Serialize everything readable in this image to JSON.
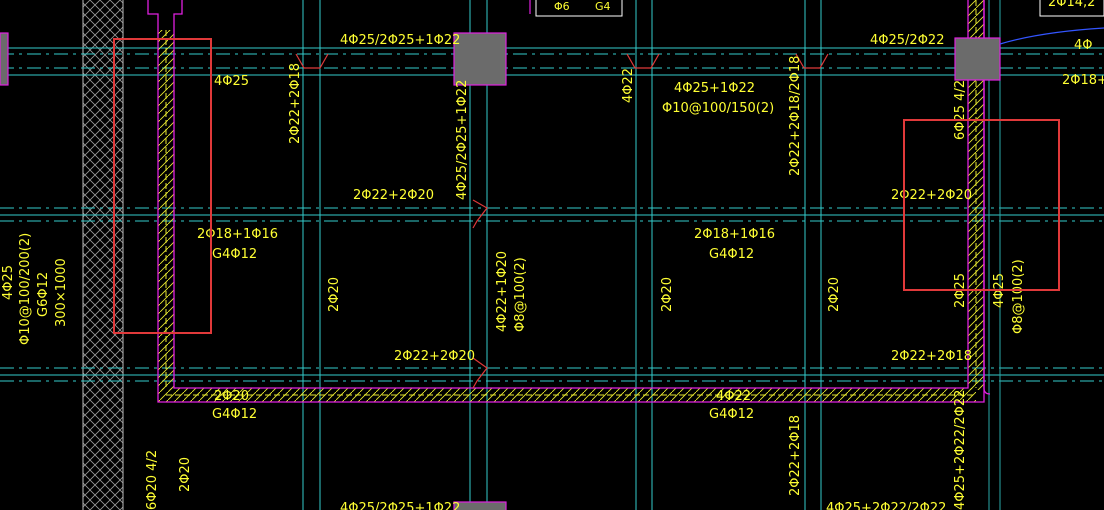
{
  "colors": {
    "background": "#000000",
    "axis": "#33cccc",
    "beam_edge": "#33cccc",
    "annotation_text": "#ffff33",
    "wall_outline": "#e020e0",
    "column_fill": "#6b6b6b",
    "highlight_box": "#e0393a"
  },
  "labels": {
    "top_beam_left": "4Φ25/2Φ25+1Φ22",
    "top_beam_right": "4Φ25/2Φ22",
    "top_right_1": "4Φ",
    "top_right_2": "2Φ14,2",
    "top_right_3": "2Φ18+1",
    "left_4phi25": "4Φ25",
    "mid_upper_a": "4Φ25+1Φ22",
    "mid_upper_b": "Φ10@100/150(2)",
    "mid_beam_left": "2Φ22+2Φ20",
    "mid_beam_right": "2Φ22+2Φ20",
    "mid_left_a": "2Φ18+1Φ16",
    "mid_left_b": "G4Φ12",
    "mid_center_a": "2Φ18+1Φ16",
    "mid_center_b": "G4Φ12",
    "low_beam_left": "2Φ22+2Φ20",
    "low_beam_right": "2Φ22+2Φ18",
    "bottom_left_a": "2Φ20",
    "bottom_left_b": "G4Φ12",
    "bottom_center_a": "4Φ22",
    "bottom_center_b": "G4Φ12",
    "bottom_edge_left": "4Φ25/2Φ25+1Φ22",
    "bottom_edge_right": "4Φ25+2Φ22/2Φ22",
    "top_frag_1": "Φ6",
    "top_frag_2": "G4",
    "v_2f22_2f18_a": "2Φ22+2Φ18",
    "v_4f25_2f25": "4Φ25/2Φ25+1Φ22",
    "v_4f22": "4Φ22",
    "v_2f22_2f18_b": "2Φ22+2Φ18/2Φ18",
    "v_6f25": "6Φ25 4/2",
    "v_2f20_a": "2Φ20",
    "v_4f22_1f20": "4Φ22+1Φ20",
    "v_f8_a": "Φ8@100(2)",
    "v_2f20_b": "2Φ20",
    "v_2f20_c": "2Φ20",
    "v_2f25": "2Φ25",
    "v_4f25": "4Φ25",
    "v_f8_b": "Φ8@100(2)",
    "v_left_1": "4Φ25",
    "v_left_2": "Φ10@100/200(2)",
    "v_left_3": "G6Φ12",
    "v_left_4": "300×1000",
    "v_6f20": "6Φ20 4/2",
    "v_2f20_d": "2Φ20",
    "v_2f22_2f18_c": "2Φ22+2Φ18",
    "v_4f25_2f22": "4Φ25+2Φ22/2Φ22"
  }
}
